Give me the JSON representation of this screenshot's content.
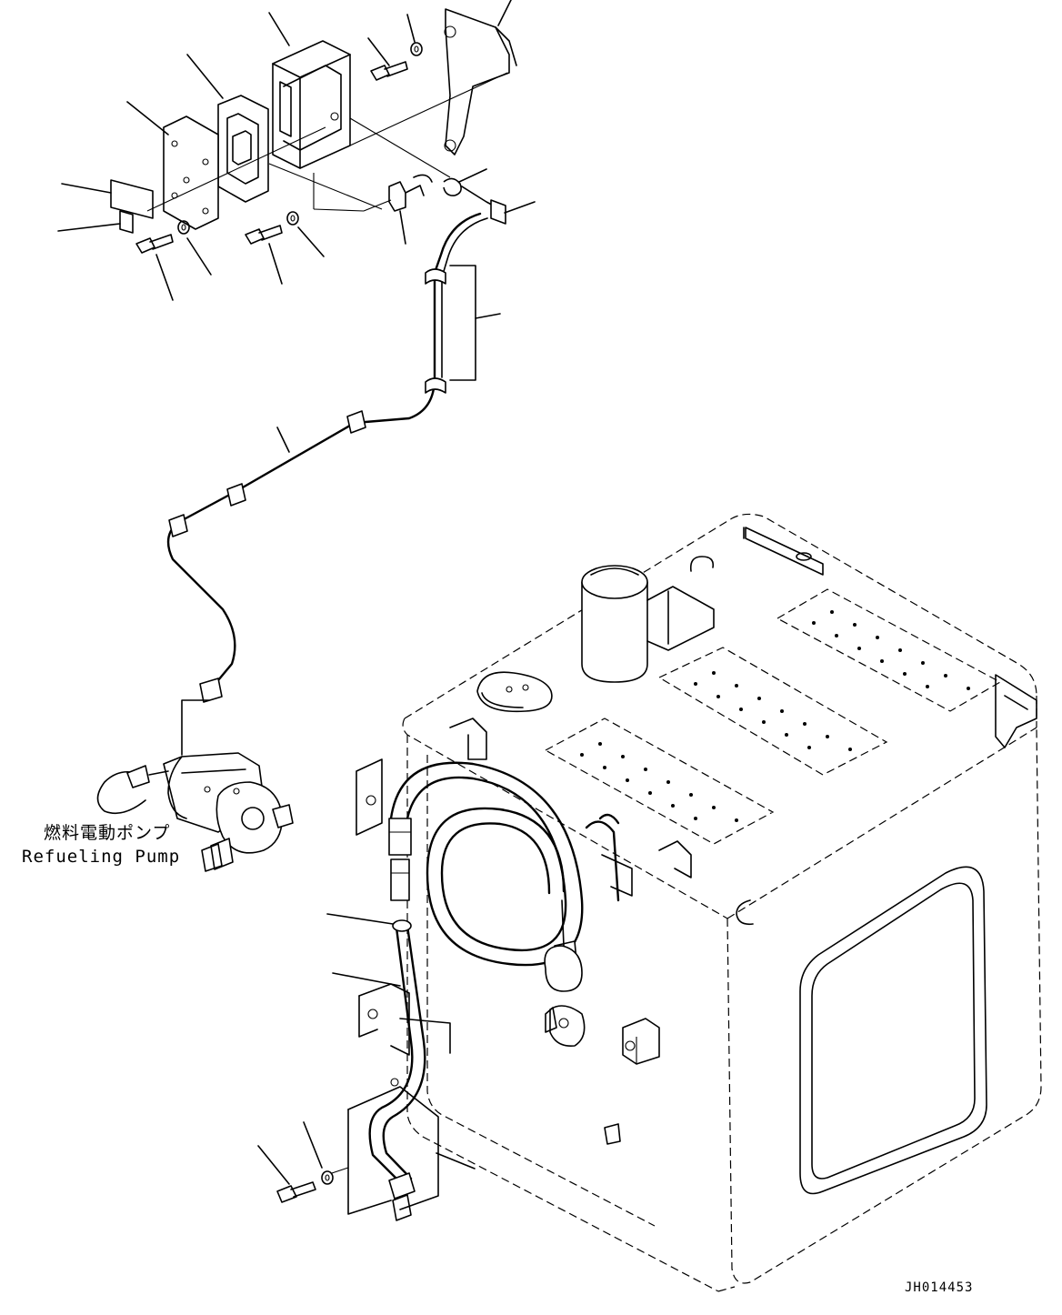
{
  "labels": {
    "pump_japanese": "燃料電動ポンプ",
    "pump_english": "Refueling Pump",
    "drawing_number": "JH014453"
  }
}
